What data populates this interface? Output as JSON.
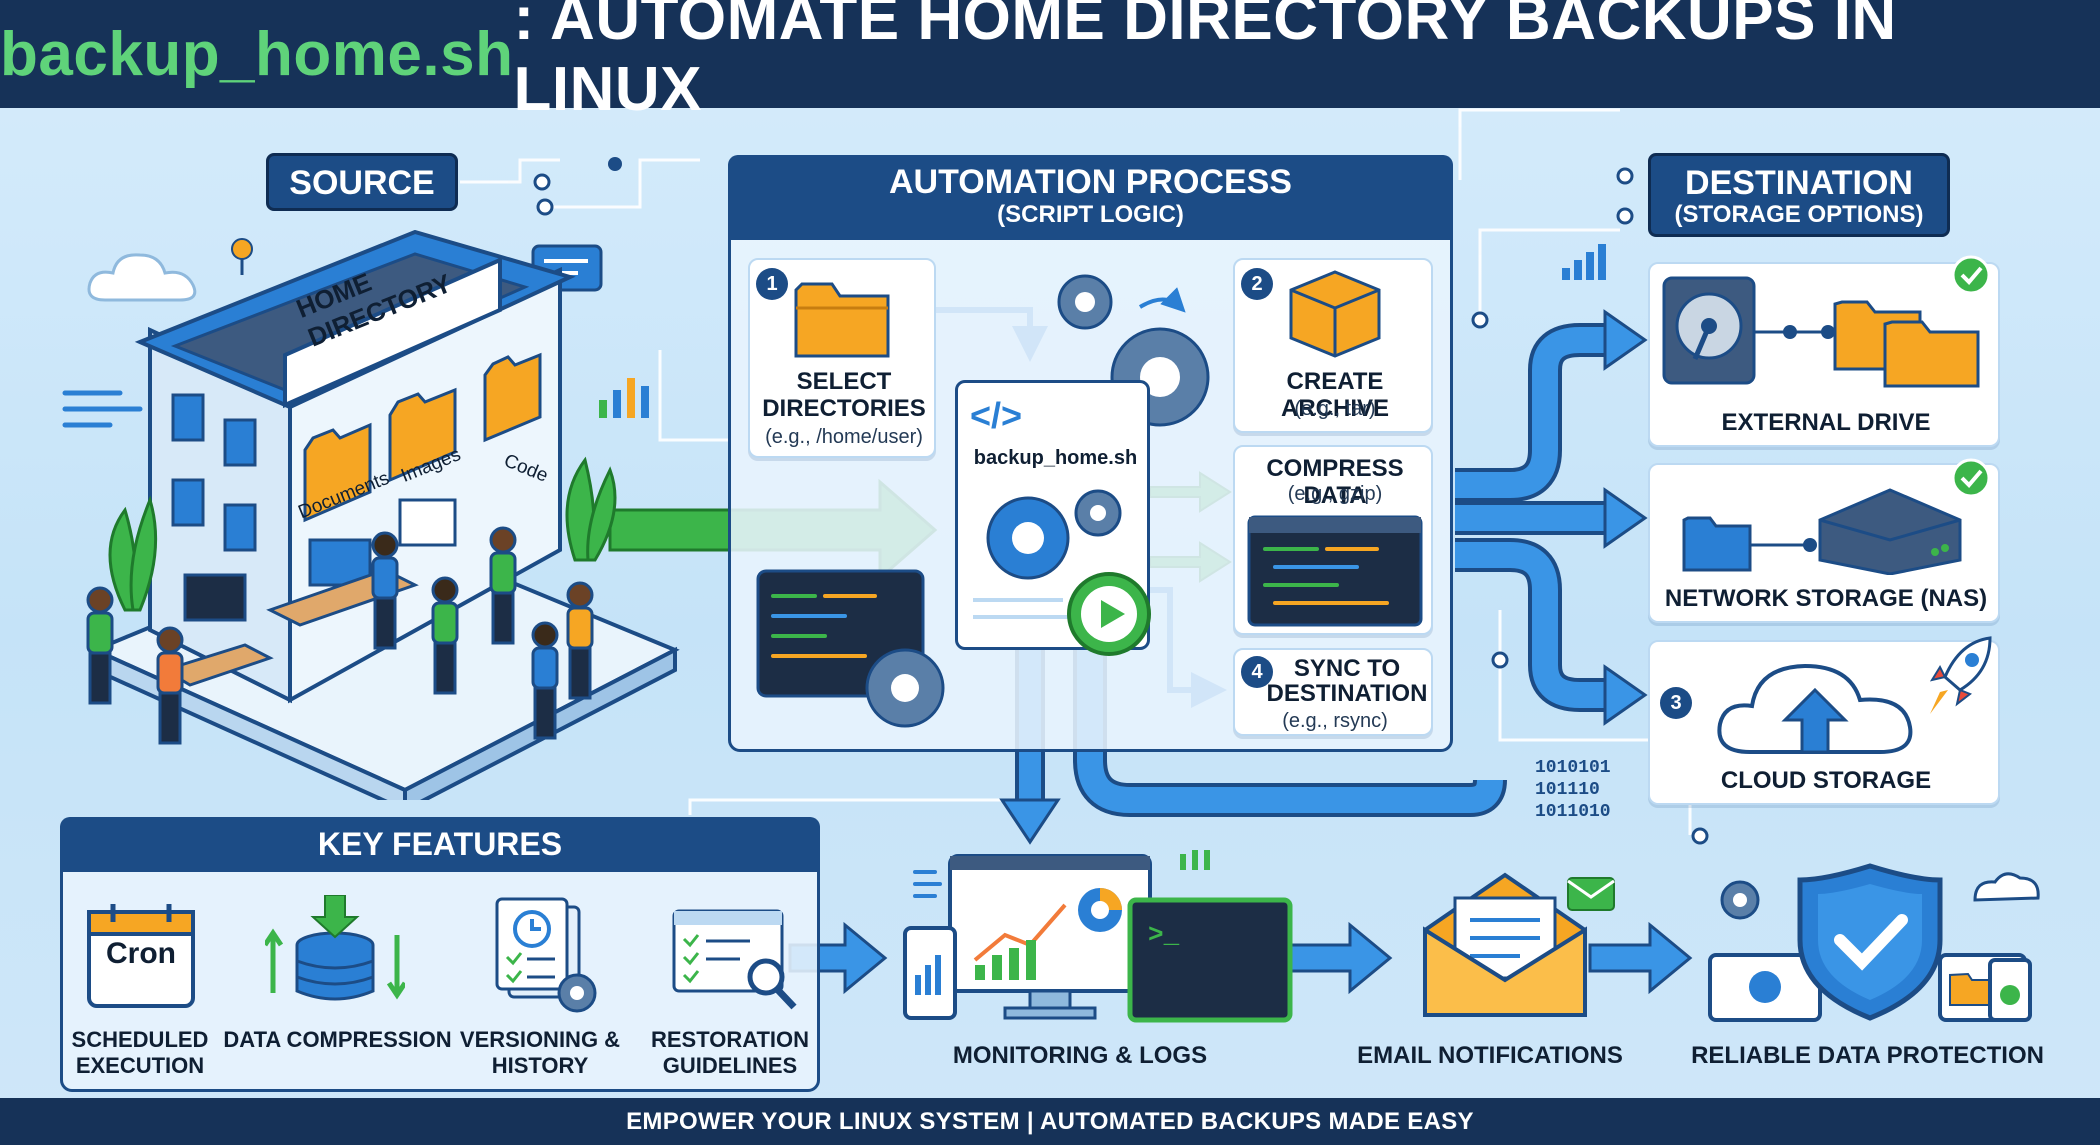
{
  "title": {
    "script_name": "backup_home.sh",
    "rest": ": AUTOMATE HOME DIRECTORY BACKUPS IN LINUX"
  },
  "source": {
    "header": "SOURCE",
    "building_sign": "HOME DIRECTORY",
    "folders": [
      "Documents",
      "Images",
      "Code"
    ]
  },
  "process": {
    "header": "AUTOMATION PROCESS",
    "subheader": "(SCRIPT LOGIC)",
    "script_file": "backup_home.sh",
    "steps": [
      {
        "num": "1",
        "title": "SELECT\nDIRECTORIES",
        "detail": "(e.g., /home/user)"
      },
      {
        "num": "2",
        "title": "CREATE ARCHIVE",
        "detail": "(e.g., tar)"
      },
      {
        "num": "",
        "title": "COMPRESS DATA",
        "detail": "(e.g., gzip)"
      },
      {
        "num": "4",
        "title": "SYNC TO\nDESTINATION",
        "detail": "(e.g., rsync)"
      }
    ]
  },
  "destination": {
    "header": "DESTINATION",
    "subheader": "(STORAGE OPTIONS)",
    "options": [
      {
        "label": "EXTERNAL DRIVE",
        "num": ""
      },
      {
        "label": "NETWORK STORAGE (NAS)",
        "num": ""
      },
      {
        "label": "CLOUD STORAGE",
        "num": "3"
      }
    ]
  },
  "binary": [
    "1010101",
    "101110",
    "1011010"
  ],
  "features": {
    "header": "KEY FEATURES",
    "cron_label": "Cron",
    "items": [
      {
        "label": "SCHEDULED\nEXECUTION",
        "icon": "calendar-icon"
      },
      {
        "label": "DATA COMPRESSION",
        "icon": "database-icon"
      },
      {
        "label": "VERSIONING &\nHISTORY",
        "icon": "history-icon"
      },
      {
        "label": "RESTORATION\nGUIDELINES",
        "icon": "search-doc-icon"
      }
    ]
  },
  "outputs": [
    {
      "label": "MONITORING & LOGS",
      "icon": "monitor-icon"
    },
    {
      "label": "EMAIL NOTIFICATIONS",
      "icon": "envelope-icon"
    },
    {
      "label": "RELIABLE DATA PROTECTION",
      "icon": "shield-icon"
    }
  ],
  "terminal_prompt": ">_",
  "footer": "EMPOWER YOUR LINUX SYSTEM | AUTOMATED BACKUPS MADE EASY",
  "colors": {
    "navy": "#163258",
    "accent_blue": "#2a7fd4",
    "green": "#3cb54a",
    "folder": "#f6a623",
    "bg": "#cfe7f9"
  }
}
